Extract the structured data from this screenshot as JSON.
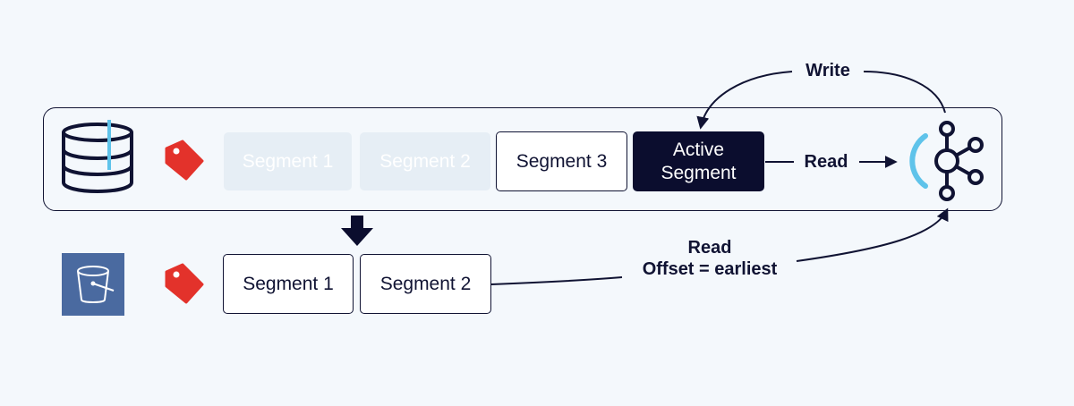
{
  "diagram": {
    "broker": {
      "segments": [
        {
          "label": "Segment 1",
          "state": "deleted"
        },
        {
          "label": "Segment 2",
          "state": "deleted"
        },
        {
          "label": "Segment 3",
          "state": "local"
        },
        {
          "label": "Active\nSegment",
          "state": "active"
        }
      ]
    },
    "remote": {
      "segments": [
        {
          "label": "Segment 1"
        },
        {
          "label": "Segment 2"
        }
      ]
    },
    "labels": {
      "write": "Write",
      "read_local": "Read",
      "read_remote_line1": "Read",
      "read_remote_line2": "Offset = earliest"
    },
    "icons": {
      "local_storage": "database-icon",
      "local_tag": "tag-icon",
      "remote_storage": "s3-bucket-icon",
      "remote_tag": "tag-icon",
      "client": "kafka-client-icon",
      "tier_arrow": "arrow-down-icon"
    },
    "colors": {
      "ink": "#101333",
      "active_segment": "#0b0d2e",
      "tag": "#e3322b",
      "ghost_segment": "#e6eef5",
      "client_accent": "#5fc3ea",
      "bucket_bg": "#4a6aa0"
    }
  }
}
